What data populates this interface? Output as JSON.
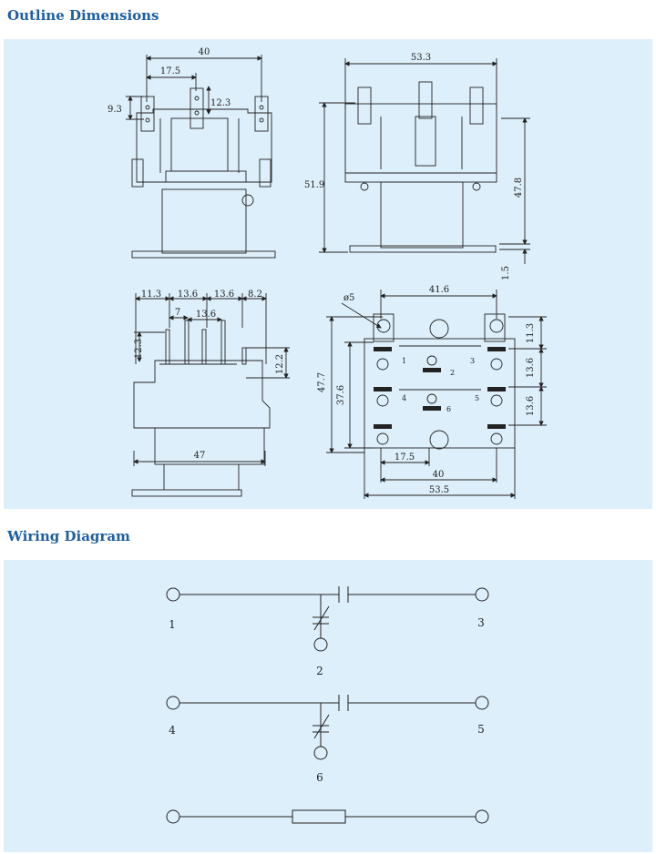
{
  "sections": {
    "outline_title": "Outline Dimensions",
    "wiring_title": "Wiring Diagram"
  },
  "outline": {
    "front": {
      "width": "40",
      "pitch": "17.5",
      "tab_height": "12.3",
      "tab_offset": "9.3"
    },
    "side": {
      "width": "53.3",
      "height": "51.9",
      "body_height": "47.8",
      "base": "1.5"
    },
    "pins": {
      "d1": "11.3",
      "d2": "13.6",
      "d3": "13.6",
      "d4": "8.2",
      "inner1": "7",
      "inner2": "13.6",
      "pin_left": "12.3",
      "pin_right": "12.2",
      "base_width": "47"
    },
    "bottom": {
      "hole": "ø5",
      "hole_pitch": "41.6",
      "height": "47.7",
      "row_span": "37.6",
      "r1": "11.3",
      "r2": "13.6",
      "r3": "13.6",
      "c1": "17.5",
      "c2": "40",
      "width": "53.5"
    },
    "terminals": [
      "1",
      "2",
      "3",
      "4",
      "5",
      "6"
    ]
  },
  "wiring": {
    "labels": [
      "1",
      "3",
      "2",
      "4",
      "5",
      "6"
    ]
  }
}
